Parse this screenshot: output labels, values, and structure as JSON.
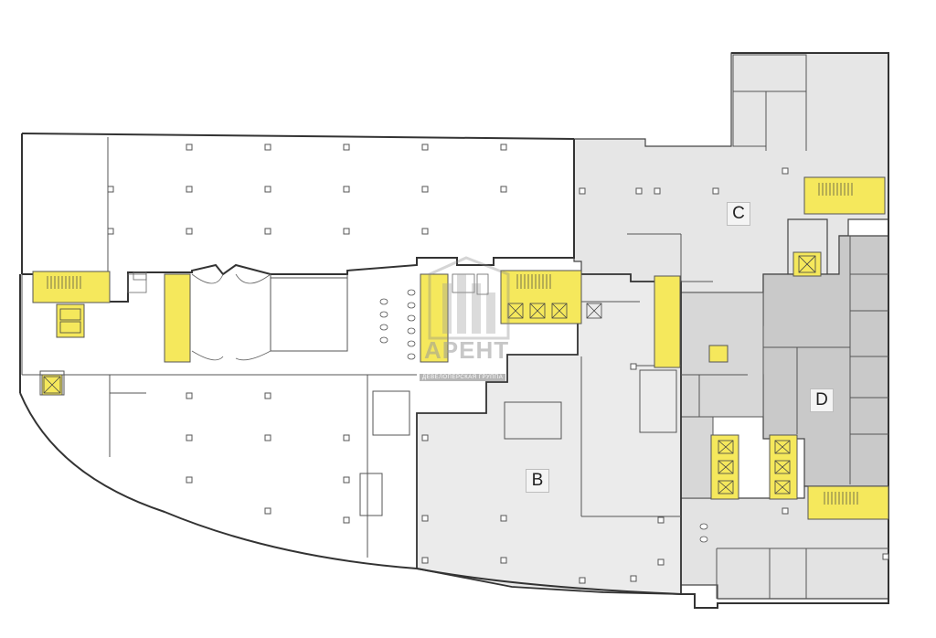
{
  "plan": {
    "zones": [
      {
        "id": "B",
        "label": "B"
      },
      {
        "id": "C",
        "label": "C"
      },
      {
        "id": "D",
        "label": "D"
      }
    ],
    "watermark": {
      "logo_text": "АРЕНТ",
      "tagline": "ДЕВЕЛОПЕРСКАЯ ГРУППА"
    },
    "colors": {
      "core_yellow": "#f5e85c",
      "zone_grey_light": "#e6e6e6",
      "zone_grey_dark": "#c8c8c8",
      "wall": "#333333"
    }
  }
}
